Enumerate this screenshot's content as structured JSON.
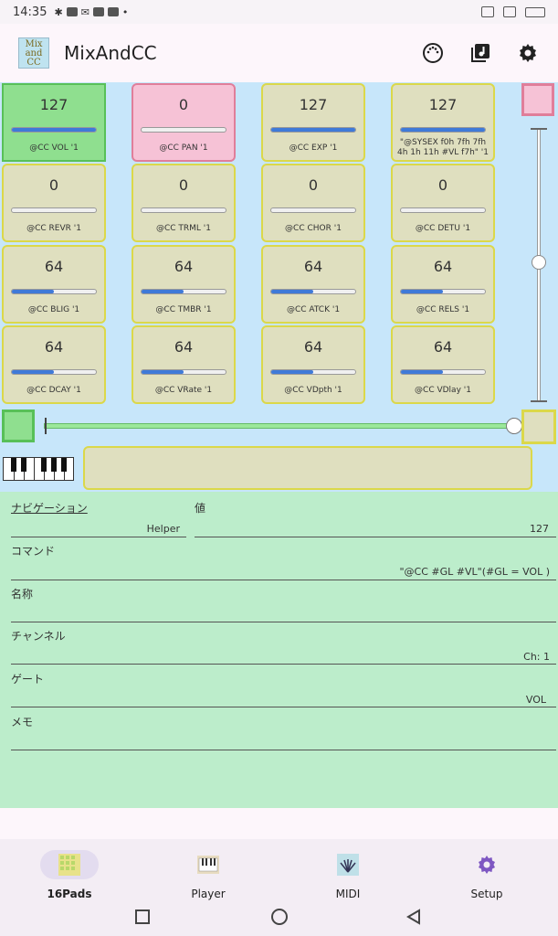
{
  "status_bar": {
    "time": "14:35"
  },
  "app": {
    "title": "MixAndCC",
    "logo_text": [
      "Mix",
      "and",
      "CC"
    ]
  },
  "pads": [
    {
      "value": "127",
      "label": "@CC VOL '1",
      "level": 1.0,
      "style": "green"
    },
    {
      "value": "0",
      "label": "@CC PAN '1",
      "level": 0.0,
      "style": "pink"
    },
    {
      "value": "127",
      "label": "@CC EXP '1",
      "level": 1.0,
      "style": "normal"
    },
    {
      "value": "127",
      "label": "\"@SYSEX f0h 7fh 7fh 4h 1h 11h #VL f7h\" '1",
      "level": 1.0,
      "style": "normal"
    },
    {
      "value": "0",
      "label": "@CC REVR '1",
      "level": 0.0,
      "style": "normal"
    },
    {
      "value": "0",
      "label": "@CC TRML '1",
      "level": 0.0,
      "style": "normal"
    },
    {
      "value": "0",
      "label": "@CC CHOR '1",
      "level": 0.0,
      "style": "normal"
    },
    {
      "value": "0",
      "label": "@CC DETU '1",
      "level": 0.0,
      "style": "normal"
    },
    {
      "value": "64",
      "label": "@CC BLIG '1",
      "level": 0.5,
      "style": "normal"
    },
    {
      "value": "64",
      "label": "@CC TMBR '1",
      "level": 0.5,
      "style": "normal"
    },
    {
      "value": "64",
      "label": "@CC ATCK '1",
      "level": 0.5,
      "style": "normal"
    },
    {
      "value": "64",
      "label": "@CC RELS '1",
      "level": 0.5,
      "style": "normal"
    },
    {
      "value": "64",
      "label": "@CC DCAY '1",
      "level": 0.5,
      "style": "normal"
    },
    {
      "value": "64",
      "label": "@CC VRate '1",
      "level": 0.5,
      "style": "normal"
    },
    {
      "value": "64",
      "label": "@CC VDpth '1",
      "level": 0.5,
      "style": "normal"
    },
    {
      "value": "64",
      "label": "@CC VDlay '1",
      "level": 0.5,
      "style": "normal"
    }
  ],
  "form": {
    "nav_label": "ナビゲーション",
    "value_label": "値",
    "helper": "Helper",
    "value": "127",
    "command_label": "コマンド",
    "command": "\"@CC #GL #VL\"(#GL = VOL )",
    "name_label": "名称",
    "name": "",
    "channel_label": "チャンネル",
    "channel": "Ch: 1",
    "gate_label": "ゲート",
    "gate": "VOL",
    "memo_label": "メモ",
    "memo": ""
  },
  "bottom_nav": [
    {
      "label": "16Pads",
      "active": true
    },
    {
      "label": "Player",
      "active": false
    },
    {
      "label": "MIDI",
      "active": false
    },
    {
      "label": "Setup",
      "active": false
    }
  ],
  "colors": {
    "pad_area_bg": "#c7e6fa",
    "form_bg": "#bcedcb",
    "active_pad": "#8fdf8f",
    "pink_pad": "#f6c2d6",
    "pad_bg": "#dfdfbf",
    "level_fill": "#3f7ad8"
  }
}
